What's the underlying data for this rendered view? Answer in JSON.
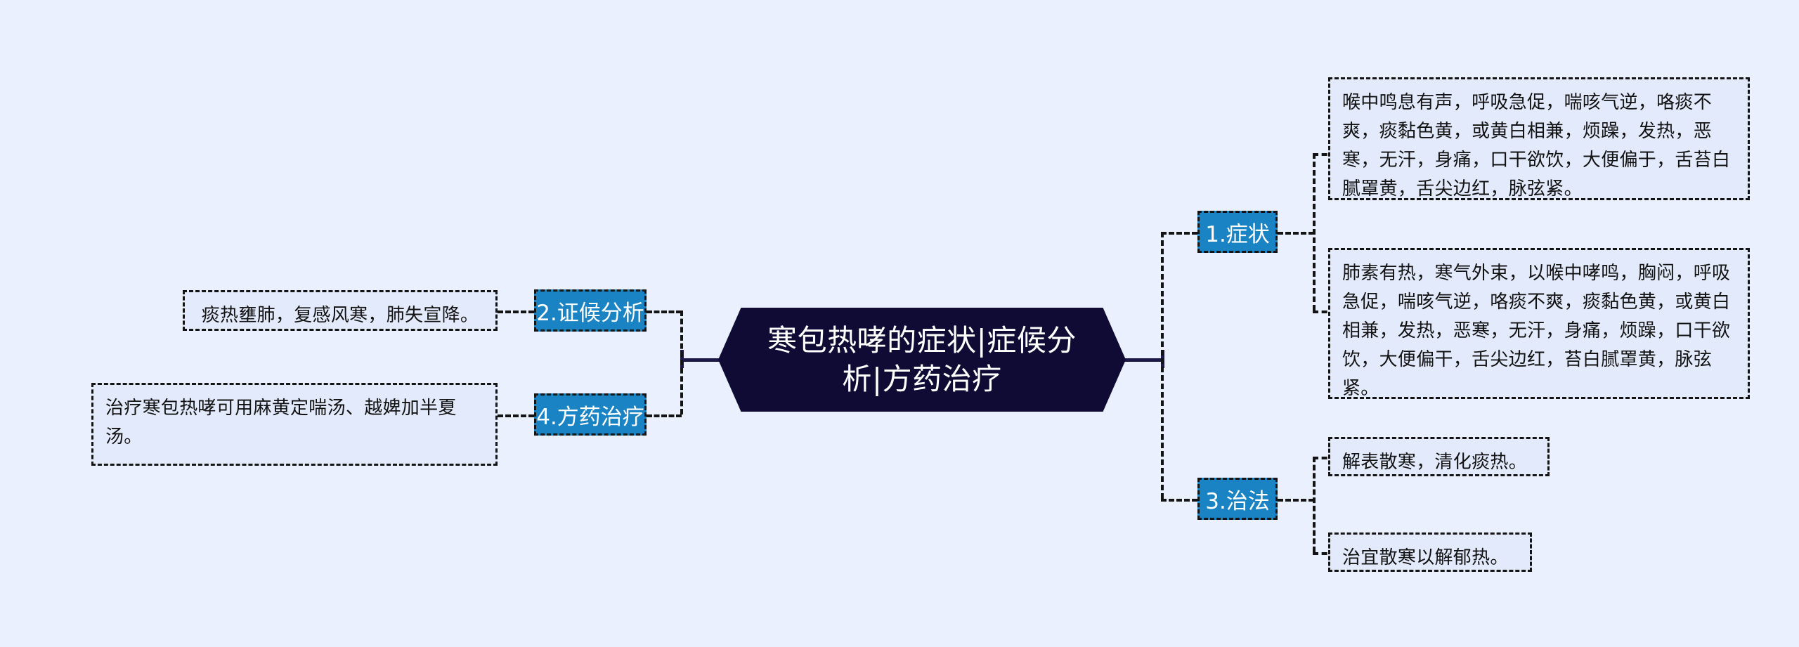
{
  "diagram": {
    "type": "mindmap",
    "background_color": "#eaf0fd",
    "root": {
      "label": "寒包热哮的症状|症候分析|方药治疗",
      "fill_color": "#0f0b35",
      "text_color": "#ffffff",
      "shape": "hexagon"
    },
    "branch_color": "#1a83c4",
    "leaf_fill_color": "#e3eafb",
    "edge_style": "dashed",
    "edge_color": "#141414"
  },
  "branches": {
    "symptom": {
      "label": "1.症状",
      "side": "right",
      "leaves": [
        {
          "text": "喉中鸣息有声，呼吸急促，喘咳气逆，咯痰不爽，痰黏色黄，或黄白相兼，烦躁，发热，恶寒，无汗，身痛，口干欲饮，大便偏于，舌苔白腻罩黄，舌尖边红，脉弦紧。"
        },
        {
          "text": "肺素有热，寒气外束，以喉中哮鸣，胸闷，呼吸急促，喘咳气逆，咯痰不爽，痰黏色黄，或黄白相兼，发热，恶寒，无汗，身痛，烦躁，口干欲饮，大便偏干，舌尖边红，苔白腻罩黄，脉弦紧。"
        }
      ]
    },
    "treatment_method": {
      "label": "3.治法",
      "side": "right",
      "leaves": [
        {
          "text": "解表散寒，清化痰热。"
        },
        {
          "text": "治宜散寒以解郁热。"
        }
      ]
    },
    "syndrome_analysis": {
      "label": "2.证候分析",
      "side": "left",
      "leaves": [
        {
          "text": "痰热壅肺，复感风寒，肺失宣降。"
        }
      ]
    },
    "formula_therapy": {
      "label": "4.方药治疗",
      "side": "left",
      "leaves": [
        {
          "text": "治疗寒包热哮可用麻黄定喘汤、越婢加半夏汤。"
        }
      ]
    }
  }
}
